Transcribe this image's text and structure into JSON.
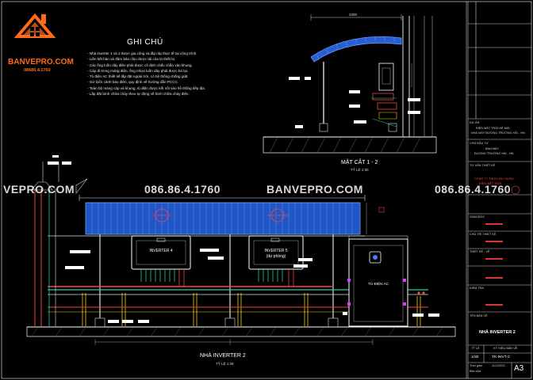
{
  "brand": {
    "name": "BANVEPRO.COM",
    "phone": "08686.4.1760",
    "accent_color": "#ff6b1a"
  },
  "notes": {
    "title": "GHI CHÚ",
    "items": [
      "Nhà inverter 1 và 2 được gia công và lắp ráp thực tế tại công trình.",
      "Liên kết hàn và đảm bảo chịu được tải của tủ thiết bị.",
      "Các ống luồn dây điện phải được cố định chắc chắn vào khung.",
      "Cáp đi trong máng điện, ống nhựa luồn dây phải được bó lại.",
      "Tủ điện AC thiết kế lắp đặt ngoài trời, có hệ thống chống giật.",
      "Gờ biển cảnh báo điện, quy định về hướng dẫn PCCC.",
      "Toàn bộ máng cáp và khung, tủ điện được kết nối vào hệ thống tiếp địa.",
      "Lắp đặt bình chữa cháy theo tự động về bình chữa cháy điện."
    ]
  },
  "watermarks": {
    "phone": "086.86.4.1760",
    "site": "BANVEPRO.COM",
    "site_partial": "VEPRO.COM"
  },
  "section_view": {
    "title": "MẶT CẮT 1 - 2",
    "scale": "TỶ LỆ 1:30",
    "dim_top": "2300"
  },
  "elevation": {
    "title": "NHÀ INVERTER 2",
    "scale": "TỶ LỆ 1:25",
    "inverter_left": "INVERTER 4",
    "inverter_right": "INVERTER 5",
    "inverter_right_sub": "(dự phòng)",
    "ac_cabinet": "TỦ ĐIỆN AC"
  },
  "title_block": {
    "project_label": "DỰ ÁN",
    "project_line1": "ĐIỆN MẶT TRỜI HỆ MÁI",
    "project_line2": "NHÀ MÁY ĐƯỜNG TRƯỜNG HẢI - HN",
    "owner_label": "CHỦ ĐẦU TƯ",
    "owner_line1": "BAN MÁY",
    "owner_line2": "ĐƯỜNG TRƯỜNG HẢI - HN",
    "consultant_label": "TƯ VẤN THIẾT KẾ",
    "consultant_line1": "CÔNG TY TNHH XÂY DỰNG",
    "consultant_line2": "ĐIỆN MẶT TRỜI",
    "director_label": "GIÁM ĐỐC",
    "chief_label": "CHỦ TRÌ THIẾT KẾ",
    "designer_label": "THIẾT KẾ - VẼ",
    "checker_label": "KIỂM TRA",
    "drawing_name_label": "TÊN BẢN VẼ",
    "drawing_name": "NHÀ INVERTER 2",
    "scale_label": "TỶ LỆ",
    "sheet_label": "KÝ HIỆU BẢN VẼ",
    "scale_value": "1/30",
    "sheet_value": "TK-INVT-2",
    "paper": "A3",
    "date_label": "Thời gian",
    "date_value": "11/1/2022",
    "rev_label": "Bản sửa",
    "signature_color": "#ff4040"
  }
}
